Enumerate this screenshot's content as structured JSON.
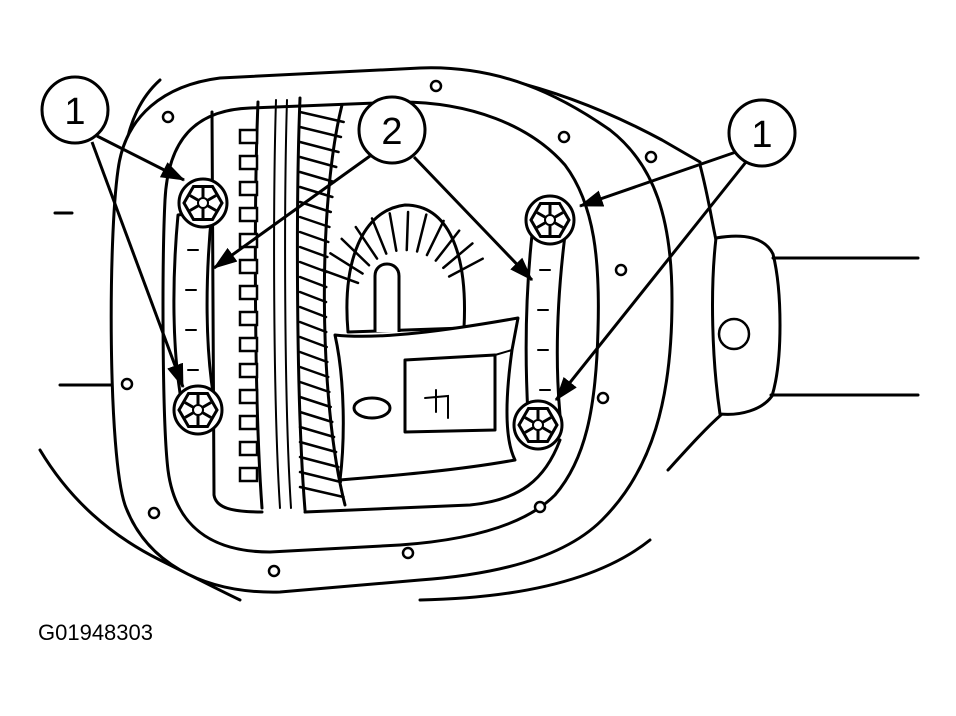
{
  "callouts": [
    {
      "label": "1"
    },
    {
      "label": "2"
    },
    {
      "label": "1"
    }
  ],
  "figure_id": "G01948303",
  "colors": {
    "line": "#000000",
    "background": "#ffffff"
  }
}
